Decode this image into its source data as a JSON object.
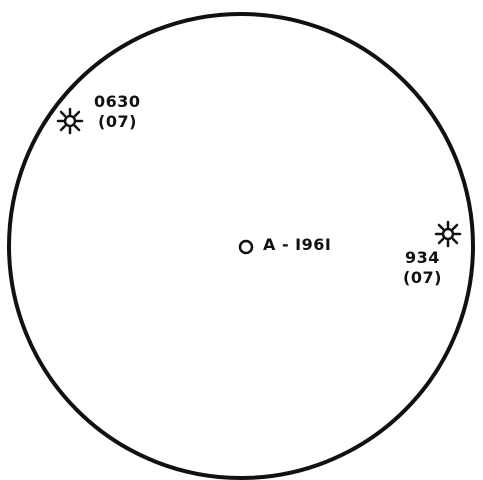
{
  "points": [
    {
      "id": "0630",
      "symbol": "sun-icon",
      "label_line1": "0630",
      "label_line2": "(07)"
    },
    {
      "id": "934",
      "symbol": "sun-icon",
      "label_line1": "934",
      "label_line2": "(07)"
    },
    {
      "id": "A-1961",
      "symbol": "open-circle-icon",
      "label": "A - I96I"
    }
  ],
  "colors": {
    "ink": "#111111",
    "background": "#ffffff"
  }
}
